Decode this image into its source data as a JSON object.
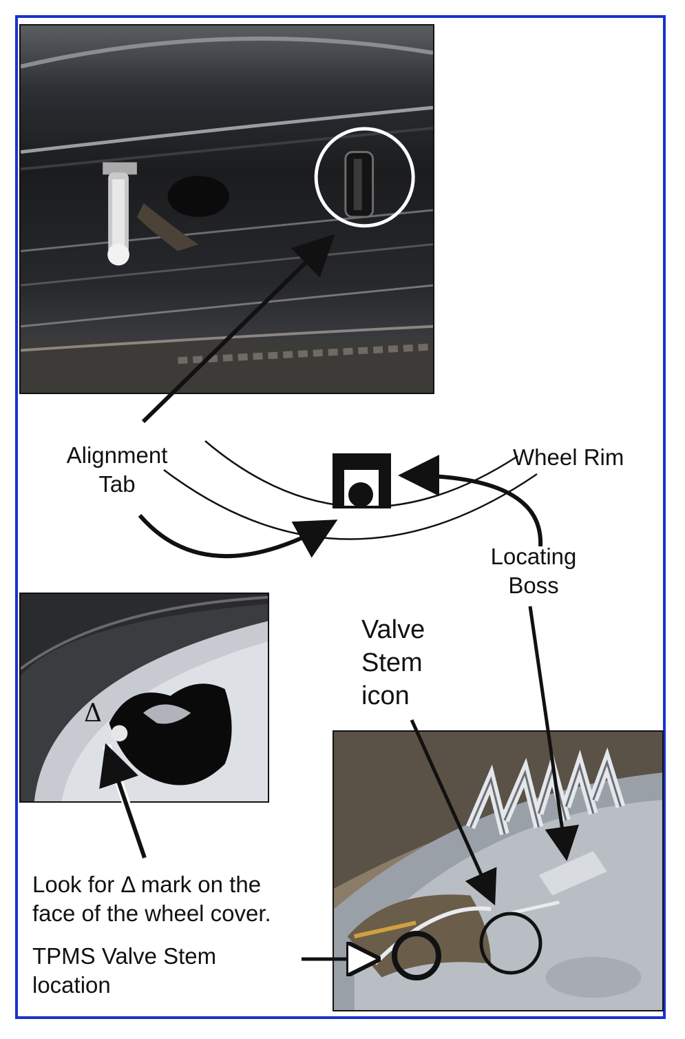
{
  "labels": {
    "alignment_tab": [
      "Alignment",
      "Tab"
    ],
    "wheel_rim": "Wheel Rim",
    "locating_boss": [
      "Locating",
      "Boss"
    ],
    "valve_stem_icon": [
      "Valve",
      "Stem",
      "icon"
    ],
    "delta_symbol": "Δ",
    "look_for_mark": [
      "Look for Δ mark on the",
      "face of the wheel cover."
    ],
    "tpms_location": [
      "TPMS Valve Stem",
      "location"
    ]
  },
  "colors": {
    "frame_border": "#1a33cc",
    "ink": "#111111",
    "photo_ring": "#ffffff"
  }
}
